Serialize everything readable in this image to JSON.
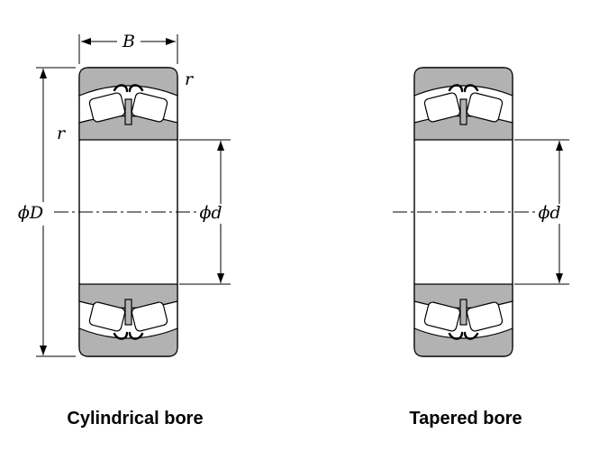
{
  "figure": {
    "left_bearing": {
      "caption": "Cylindrical bore",
      "dim_width_label": "B",
      "chamfer_top_label": "r",
      "chamfer_side_label": "r",
      "outer_diameter_label": "ϕD",
      "bore_diameter_label": "ϕd"
    },
    "right_bearing": {
      "caption": "Tapered bore",
      "bore_diameter_label": "ϕd"
    },
    "colors": {
      "ring_gray": "#b2b2b2",
      "line_black": "#000000",
      "background": "#ffffff"
    }
  }
}
